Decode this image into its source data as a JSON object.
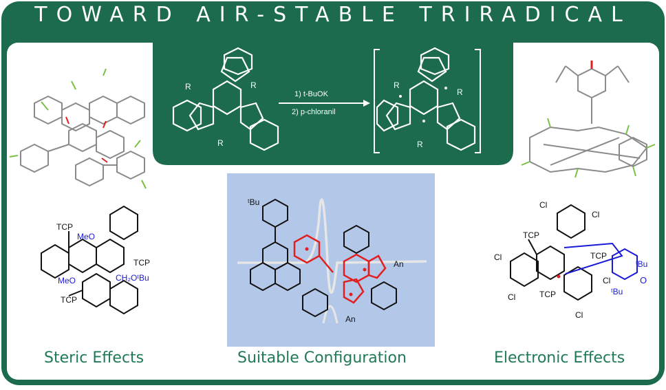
{
  "title": "TOWARD AIR-STABLE TRIRADICAL",
  "colors": {
    "green": "#1b6b4c",
    "label_green": "#1f7a55",
    "panel_blue": "#b3c7e8",
    "radical_red": "#e02020",
    "sub_blue": "#1a1ad6"
  },
  "reaction": {
    "step1": "1) t-BuOK",
    "step2": "2) p-chloranil",
    "substituent": "R"
  },
  "left": {
    "label": "Steric Effects",
    "groups": {
      "tcp_top": "TCP",
      "tcp_right": "TCP",
      "tcp_bottom": "TCP",
      "meo_top": "MeO",
      "meo_bottom": "MeO",
      "ch2otbu": "CH₂OᵗBu"
    }
  },
  "middle": {
    "label": "Suitable Configuration",
    "groups": {
      "tbu": "ᵗBu",
      "an_top": "An",
      "an_bottom": "An"
    }
  },
  "right": {
    "label": "Electronic Effects",
    "groups": {
      "cl1": "Cl",
      "cl2": "Cl",
      "cl3": "Cl",
      "cl4": "Cl",
      "cl5": "Cl",
      "cl6": "Cl",
      "tcp_top": "TCP",
      "tcp_bottom": "TCP",
      "tcp_right": "TCP",
      "tbu1": "ᵗBu",
      "tbu2": "ᵗBu",
      "oxo": "O"
    }
  }
}
